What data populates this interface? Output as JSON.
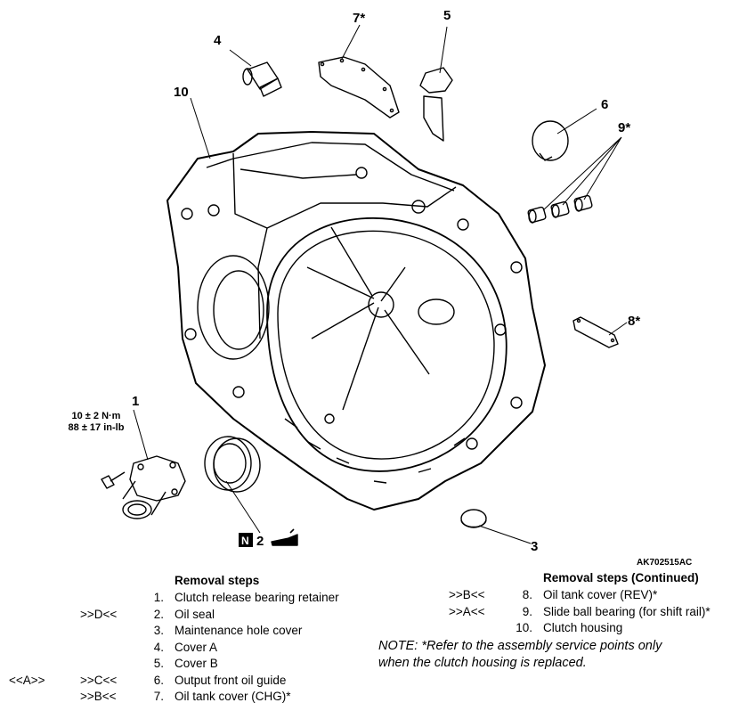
{
  "callouts": {
    "c1": "1",
    "c2": "2",
    "c3": "3",
    "c4": "4",
    "c5": "5",
    "c6": "6",
    "c7": "7*",
    "c8": "8*",
    "c9": "9*",
    "c10": "10"
  },
  "torque": {
    "line1": "10 ± 2 N·m",
    "line2": "88 ± 17 in-lb"
  },
  "symbol_n": "N",
  "figure_id": "AK702515AC",
  "left_header": "Removal steps",
  "right_header": "Removal steps (Continued)",
  "steps_left": [
    {
      "pre": "",
      "post": "",
      "num": "1.",
      "text": "Clutch release bearing retainer"
    },
    {
      "pre": "",
      "post": ">>D<<",
      "num": "2.",
      "text": "Oil seal"
    },
    {
      "pre": "",
      "post": "",
      "num": "3.",
      "text": "Maintenance hole cover"
    },
    {
      "pre": "",
      "post": "",
      "num": "4.",
      "text": "Cover A"
    },
    {
      "pre": "",
      "post": "",
      "num": "5.",
      "text": "Cover B"
    },
    {
      "pre": "<<A>>",
      "post": ">>C<<",
      "num": "6.",
      "text": "Output front oil guide"
    },
    {
      "pre": "",
      "post": ">>B<<",
      "num": "7.",
      "text": "Oil tank cover (CHG)*"
    }
  ],
  "steps_right": [
    {
      "post": ">>B<<",
      "num": "8.",
      "text": "Oil tank cover (REV)*"
    },
    {
      "post": ">>A<<",
      "num": "9.",
      "text": "Slide ball bearing (for shift rail)*"
    },
    {
      "post": "",
      "num": "10.",
      "text": "Clutch housing"
    }
  ],
  "note_line1": "NOTE: *Refer to the assembly service points only",
  "note_line2": "when the clutch housing is replaced."
}
